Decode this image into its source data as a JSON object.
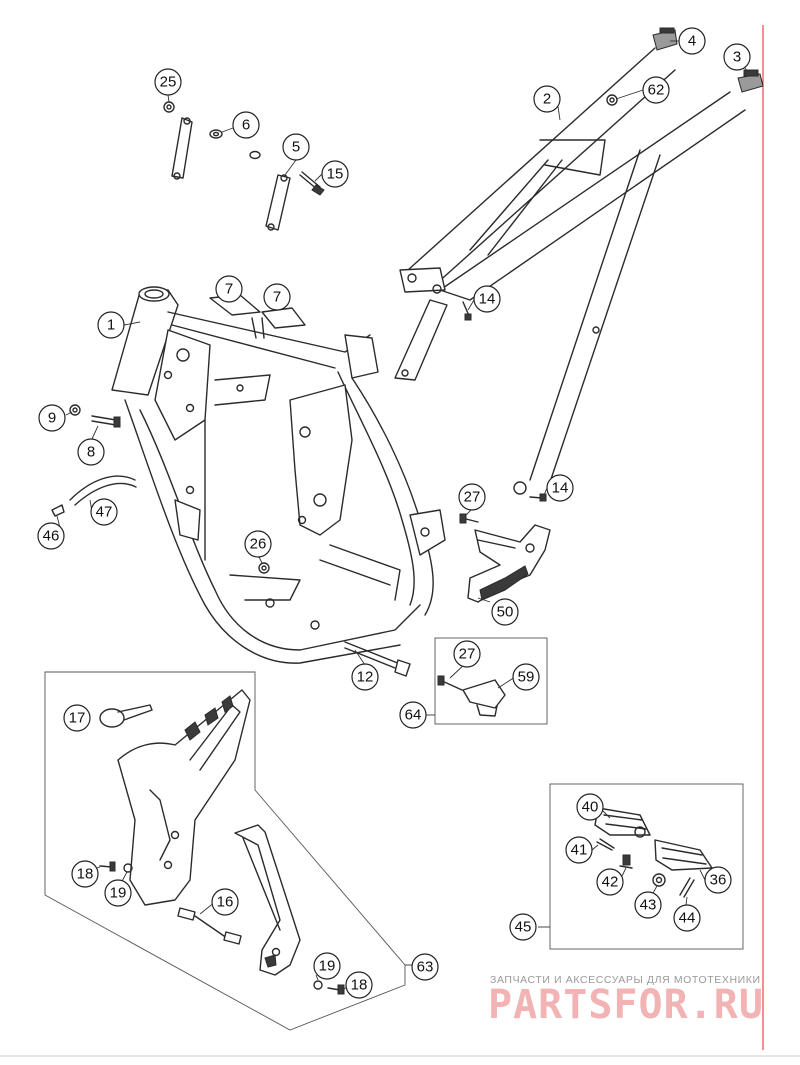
{
  "colors": {
    "line": "#2b2b2b",
    "edge_accent": "#e02020",
    "watermark": "#f1b3b3",
    "watermark_sub": "#9a9a9a"
  },
  "callouts": [
    "1",
    "2",
    "3",
    "4",
    "5",
    "6",
    "7",
    "7",
    "8",
    "9",
    "12",
    "14",
    "14",
    "15",
    "16",
    "17",
    "18",
    "18",
    "19",
    "19",
    "25",
    "26",
    "27",
    "27",
    "36",
    "40",
    "41",
    "42",
    "43",
    "44",
    "45",
    "46",
    "47",
    "50",
    "59",
    "62",
    "63",
    "64"
  ],
  "watermark": {
    "subtitle": "ЗАПЧАСТИ И АКСЕССУАРЫ ДЛЯ МОТОТЕХНИКИ",
    "brand": "PARTSFOR.RU"
  }
}
